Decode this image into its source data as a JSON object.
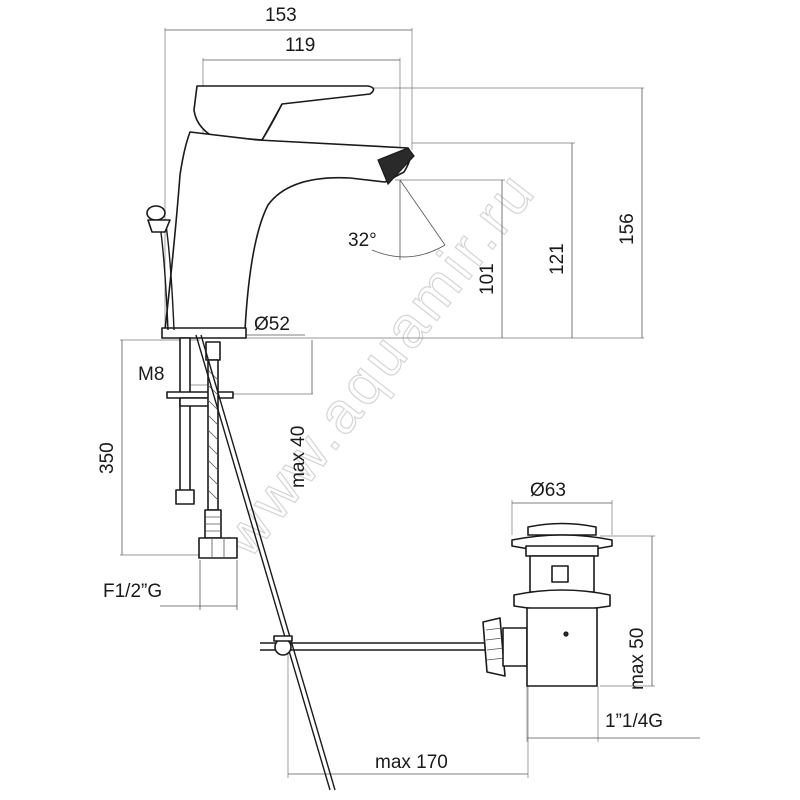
{
  "watermark": "www.aquamir.ru",
  "dimensions": {
    "width_total": "153",
    "width_spout": "119",
    "height_total": "156",
    "height_lever": "121",
    "height_spout": "101",
    "spout_angle": "32°",
    "base_diameter": "Ø52",
    "stud_thread": "M8",
    "hose_length": "350",
    "counter_max": "max 40",
    "hose_connection": "F1/2”G",
    "waste_diameter": "Ø63",
    "waste_max_height": "max 50",
    "waste_thread": "1”1/4G",
    "rod_max_length": "max 170"
  }
}
